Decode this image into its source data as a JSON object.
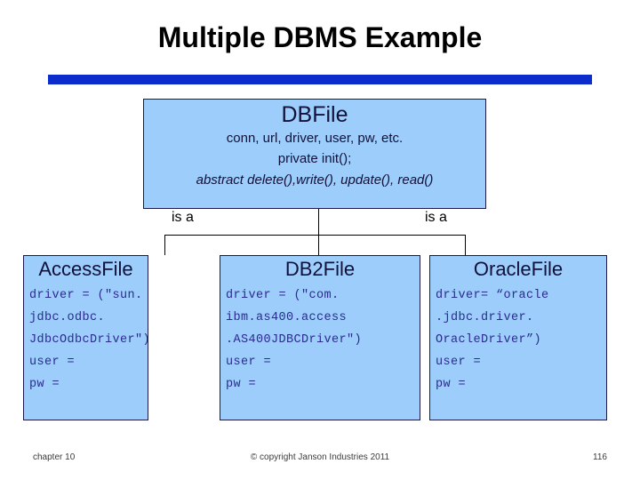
{
  "slide": {
    "title": "Multiple DBMS Example",
    "accent_color": "#0C2DCC",
    "box_fill_color": "#9CCDFB",
    "box_border_color": "#1A1A4D",
    "code_text_color": "#2B2B8F"
  },
  "superclass": {
    "name": "DBFile",
    "attributes": [
      "conn, url, driver, user, pw, etc.",
      "private init();"
    ],
    "abstract_methods": "abstract delete(),write(), update(), read()"
  },
  "relationships": {
    "left_label": "is a",
    "right_label": "is a"
  },
  "subclasses": [
    {
      "name": "AccessFile",
      "code": [
        "driver = (\"sun.",
        "jdbc.odbc.",
        "JdbcOdbcDriver\")",
        "user =",
        "pw ="
      ]
    },
    {
      "name": "DB2File",
      "code": [
        "driver = (\"com.",
        "ibm.as400.access",
        ".AS400JDBCDriver\")",
        "user =",
        "pw ="
      ]
    },
    {
      "name": "OracleFile",
      "code": [
        "driver= “oracle",
        ".jdbc.driver.",
        "OracleDriver”)",
        "user =",
        "pw ="
      ]
    }
  ],
  "footer": {
    "chapter": "chapter 10",
    "copyright": "© copyright Janson Industries 2011",
    "page_number": "116"
  }
}
